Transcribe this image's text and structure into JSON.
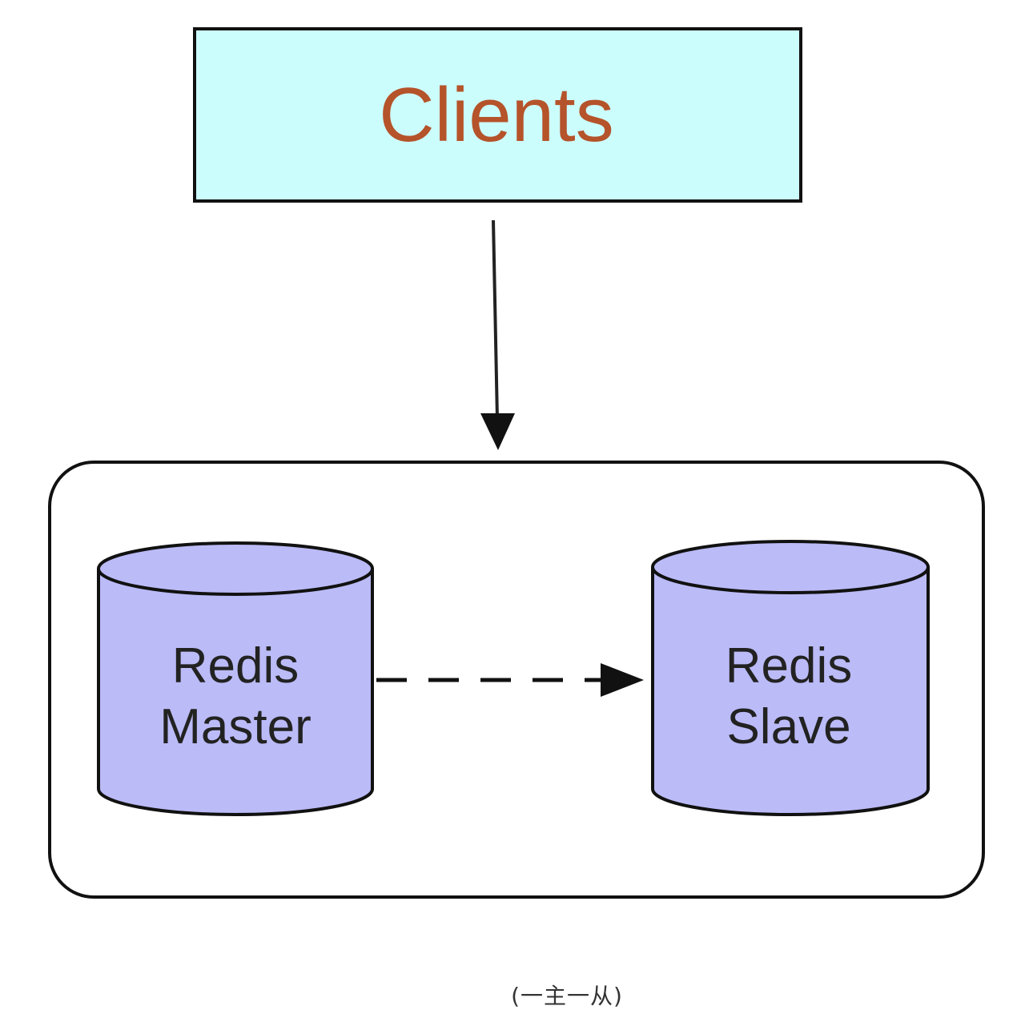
{
  "diagram": {
    "clients": {
      "label": "Clients",
      "fill": "#ccfdfd"
    },
    "master": {
      "line1": "Redis",
      "line2": "Master",
      "fill": "#bbbbf8"
    },
    "slave": {
      "line1": "Redis",
      "line2": "Slave",
      "fill": "#bbbbf8"
    },
    "edges": [
      {
        "from": "clients",
        "to": "cluster",
        "style": "solid"
      },
      {
        "from": "master",
        "to": "slave",
        "style": "dashed"
      }
    ]
  },
  "caption": "(一主一从)"
}
